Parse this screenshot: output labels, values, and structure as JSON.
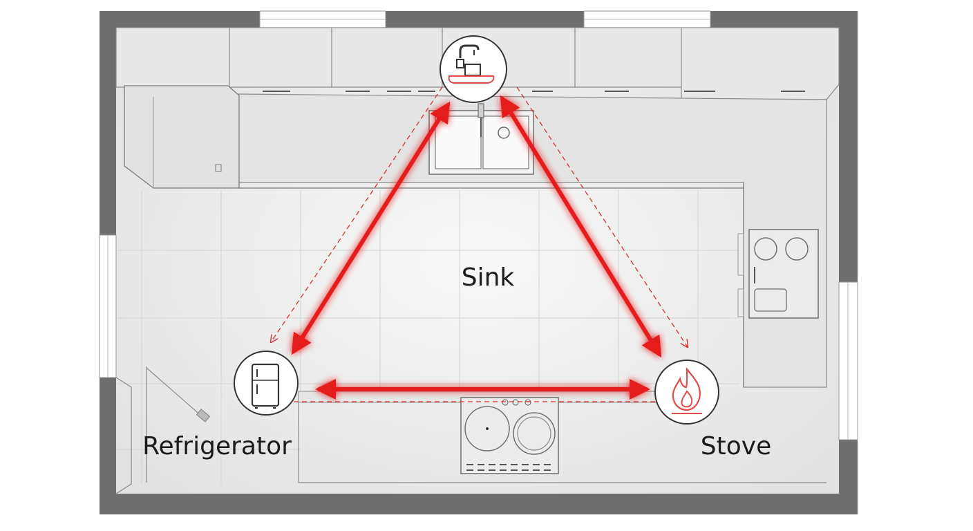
{
  "diagram": {
    "labels": {
      "center": "Sink",
      "refrigerator": "Refrigerator",
      "stove": "Stove"
    },
    "colors": {
      "wall": "#6b6b6b",
      "floor": "#ececec",
      "counter": "#e6e6e6",
      "outline": "#8a8a8a",
      "triangle": "#e51b1b"
    },
    "icons": [
      "sink-faucet-icon",
      "refrigerator-icon",
      "flame-icon"
    ]
  }
}
